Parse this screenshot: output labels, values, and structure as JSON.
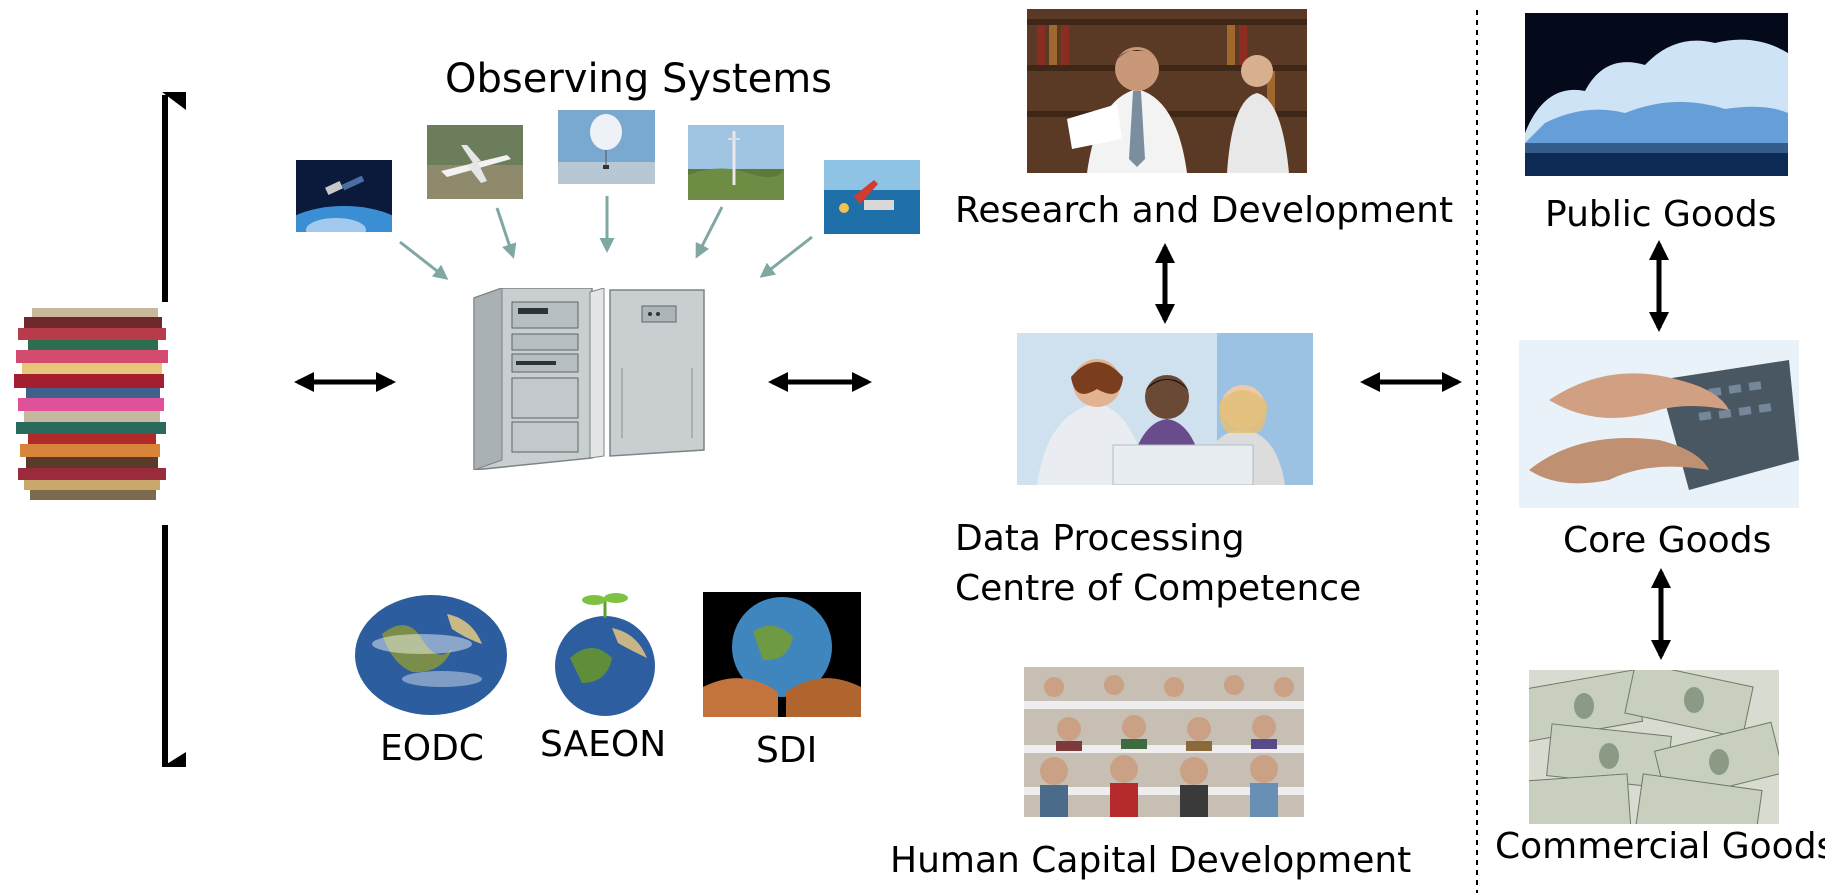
{
  "observing": {
    "title": "Observing Systems"
  },
  "archives": {
    "labels": [
      "EODC",
      "SAEON",
      "SDI"
    ]
  },
  "center": {
    "research": "Research and Development",
    "processing_line1": "Data Processing",
    "processing_line2": "Centre of Competence",
    "human_capital": "Human Capital Development"
  },
  "goods": {
    "public": "Public Goods",
    "core": "Core Goods",
    "commercial": "Commercial Goods"
  },
  "icons": {
    "books": "stack-of-books-image",
    "satellite": "satellite-image",
    "aircraft": "aircraft-image",
    "balloon": "weather-balloon-image",
    "tower": "measurement-tower-image",
    "buoy": "ocean-buoy-image",
    "server": "server-cabinet-image",
    "globe_eodc": "earth-globe-image",
    "globe_saeon": "globe-with-sprout-image",
    "globe_sdi": "hands-holding-earth-image",
    "library": "researcher-in-library-image",
    "team": "team-at-computer-image",
    "classroom": "classroom-students-image",
    "iceberg": "iceberg-image",
    "keyboard": "hands-on-keyboard-image",
    "money": "dollar-bills-image"
  },
  "colors": {
    "arrow": "#000000",
    "feed_arrow": "#7fa8a4",
    "divider": "#000000"
  }
}
